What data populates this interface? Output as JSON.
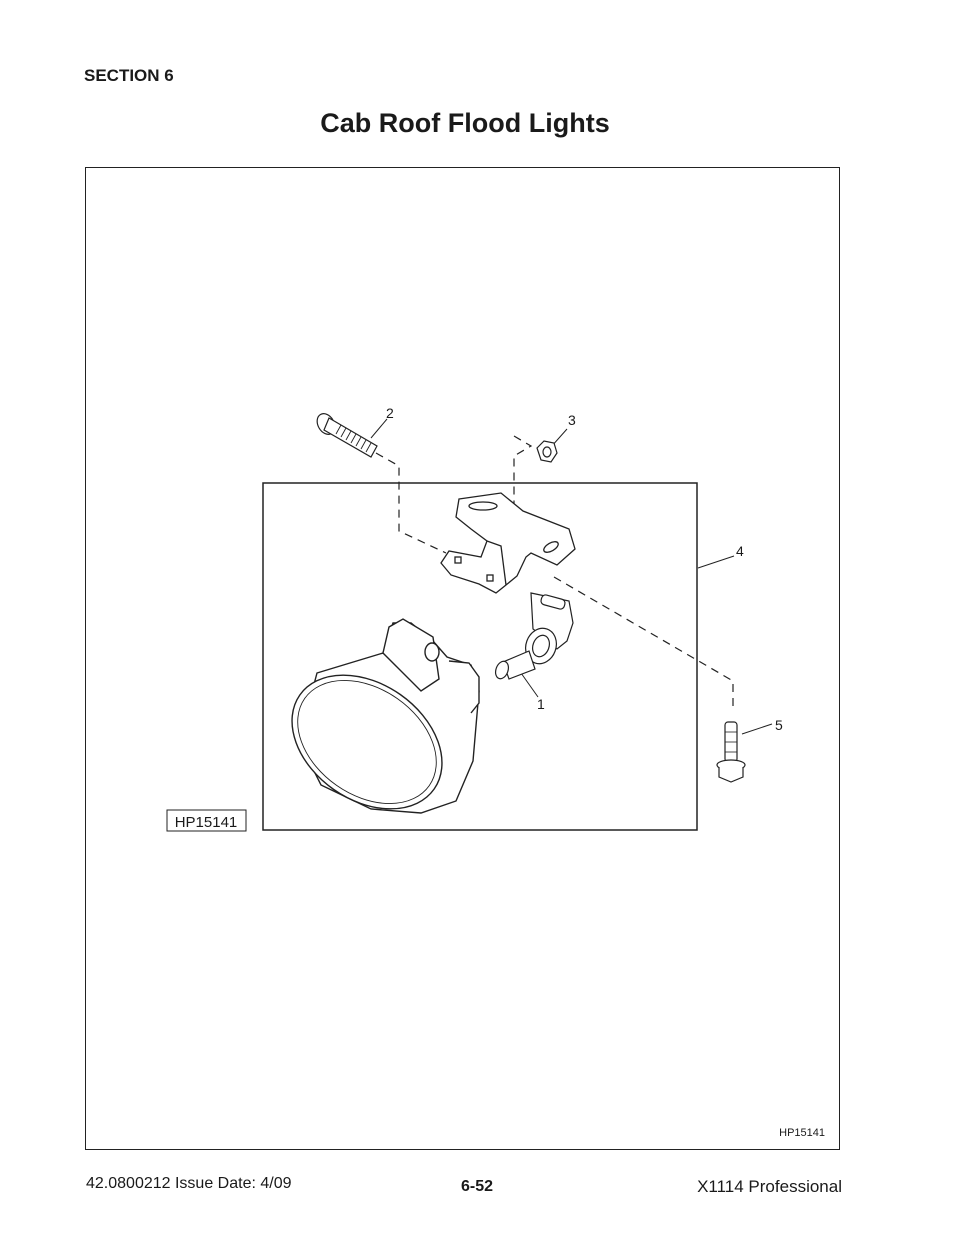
{
  "header": {
    "section": "SECTION 6",
    "title": "Cab Roof Flood Lights"
  },
  "figure": {
    "callouts": [
      "1",
      "2",
      "3",
      "4",
      "5"
    ],
    "inset_label": "HP15141",
    "figure_id": "HP15141"
  },
  "footer": {
    "doc_number": "42.0800212  Issue Date: 4/09",
    "page": "6-52",
    "product": "X1114 Professional"
  }
}
